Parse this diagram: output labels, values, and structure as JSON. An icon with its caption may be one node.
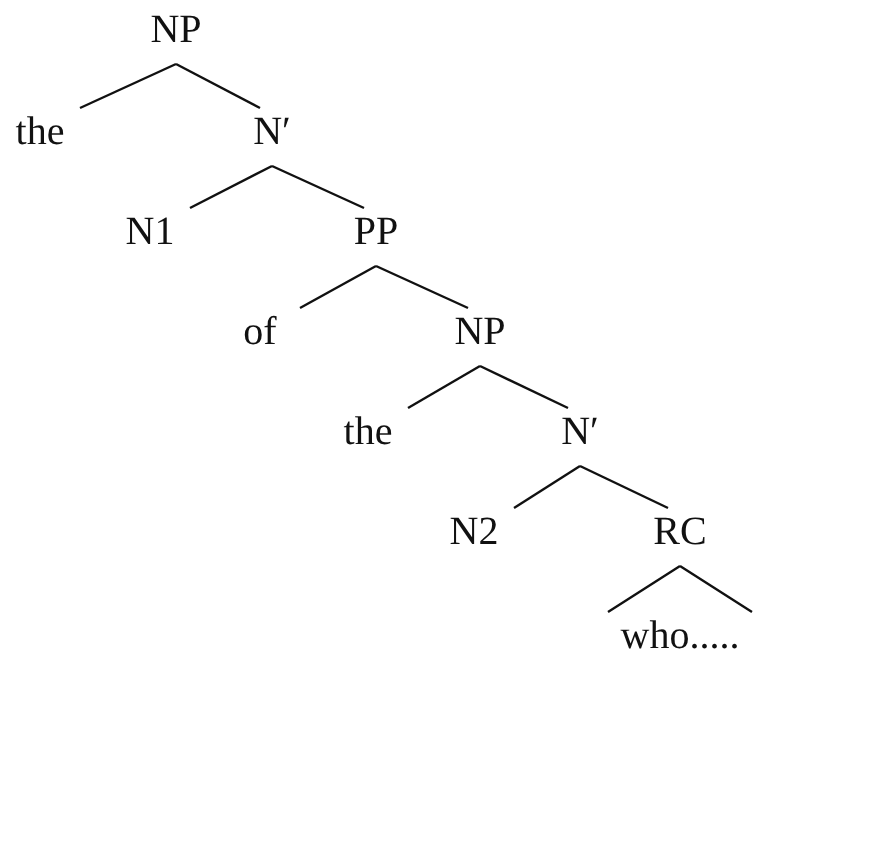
{
  "diagram": {
    "nodes": [
      {
        "text": [
          "NP"
        ]
      },
      {
        "text": [
          "the"
        ]
      },
      {
        "text": [
          "N′"
        ]
      },
      {
        "text": [
          "N1"
        ]
      },
      {
        "text": [
          "PP"
        ]
      },
      {
        "text": [
          "of"
        ]
      },
      {
        "text": [
          "NP"
        ]
      },
      {
        "text": [
          "the"
        ]
      },
      {
        "text": [
          "N′"
        ]
      },
      {
        "text": [
          "N2"
        ]
      },
      {
        "text": [
          "RC"
        ]
      },
      {
        "text": [
          "who....."
        ]
      }
    ],
    "edges": [
      {
        "from": 0,
        "to": 1,
        "arrow": "none"
      },
      {
        "from": 0,
        "to": 2,
        "arrow": "none"
      },
      {
        "from": 2,
        "to": 3,
        "arrow": "none"
      },
      {
        "from": 2,
        "to": 4,
        "arrow": "none"
      },
      {
        "from": 4,
        "to": 5,
        "arrow": "none"
      },
      {
        "from": 4,
        "to": 6,
        "arrow": "none"
      },
      {
        "from": 6,
        "to": 7,
        "arrow": "none"
      },
      {
        "from": 6,
        "to": 8,
        "arrow": "none"
      },
      {
        "from": 8,
        "to": 9,
        "arrow": "none"
      },
      {
        "from": 8,
        "to": 10,
        "arrow": "none"
      },
      {
        "from": 10,
        "to": 11,
        "arrow": "none"
      }
    ]
  }
}
